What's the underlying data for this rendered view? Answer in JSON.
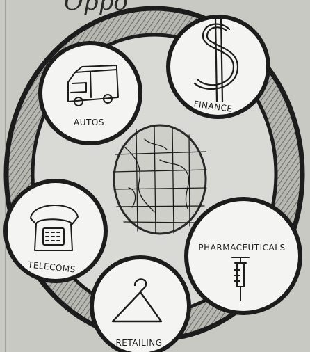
{
  "title_fragment": "Oppo",
  "hub": {
    "icon": "globe-map-icon"
  },
  "sectors": [
    {
      "id": "autos",
      "label": "AUTOS",
      "icon": "van-icon"
    },
    {
      "id": "finance",
      "label": "FINANCE",
      "icon": "dollar-sign-icon"
    },
    {
      "id": "pharmaceuticals",
      "label": "PHARMACEUTICALS",
      "icon": "syringe-icon"
    },
    {
      "id": "retailing",
      "label": "RETAILING",
      "icon": "hanger-icon"
    },
    {
      "id": "telecoms",
      "label": "TELECOMS",
      "icon": "telephone-icon"
    }
  ],
  "colors": {
    "paper": "#c9c9c4",
    "circle_fill": "#f4f4f2",
    "ink": "#1c1c1c",
    "ring_shade": "#8c8c88"
  }
}
